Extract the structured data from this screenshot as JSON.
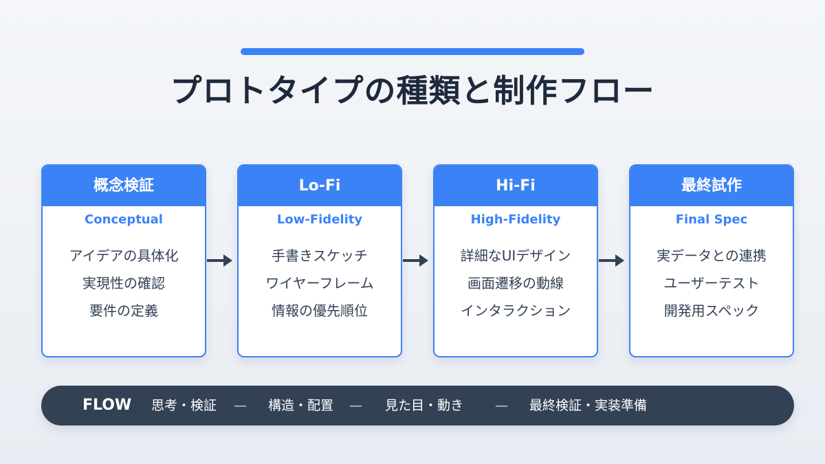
{
  "title": "プロトタイプの種類と制作フロー",
  "stages": [
    {
      "name": "概念検証",
      "subtitle": "Conceptual",
      "points": [
        "アイデアの具体化",
        "実現性の確認",
        "要件の定義"
      ]
    },
    {
      "name": "Lo-Fi",
      "subtitle": "Low-Fidelity",
      "points": [
        "手書きスケッチ",
        "ワイヤーフレーム",
        "情報の優先順位"
      ]
    },
    {
      "name": "Hi-Fi",
      "subtitle": "High-Fidelity",
      "points": [
        "詳細なUIデザイン",
        "画面遷移の動線",
        "インタラクション"
      ]
    },
    {
      "name": "最終試作",
      "subtitle": "Final Spec",
      "points": [
        "実データとの連携",
        "ユーザーテスト",
        "開発用スペック"
      ]
    }
  ],
  "flow": {
    "label": "FLOW",
    "steps": [
      "思考・検証",
      "構造・配置",
      "見た目・動き",
      "最終検証・実装準備"
    ],
    "separator": "—"
  },
  "colors": {
    "accent": "#3b82f6",
    "dark": "#334155",
    "text": "#1e293b"
  },
  "icons": {
    "connector": "arrow-right-icon"
  }
}
